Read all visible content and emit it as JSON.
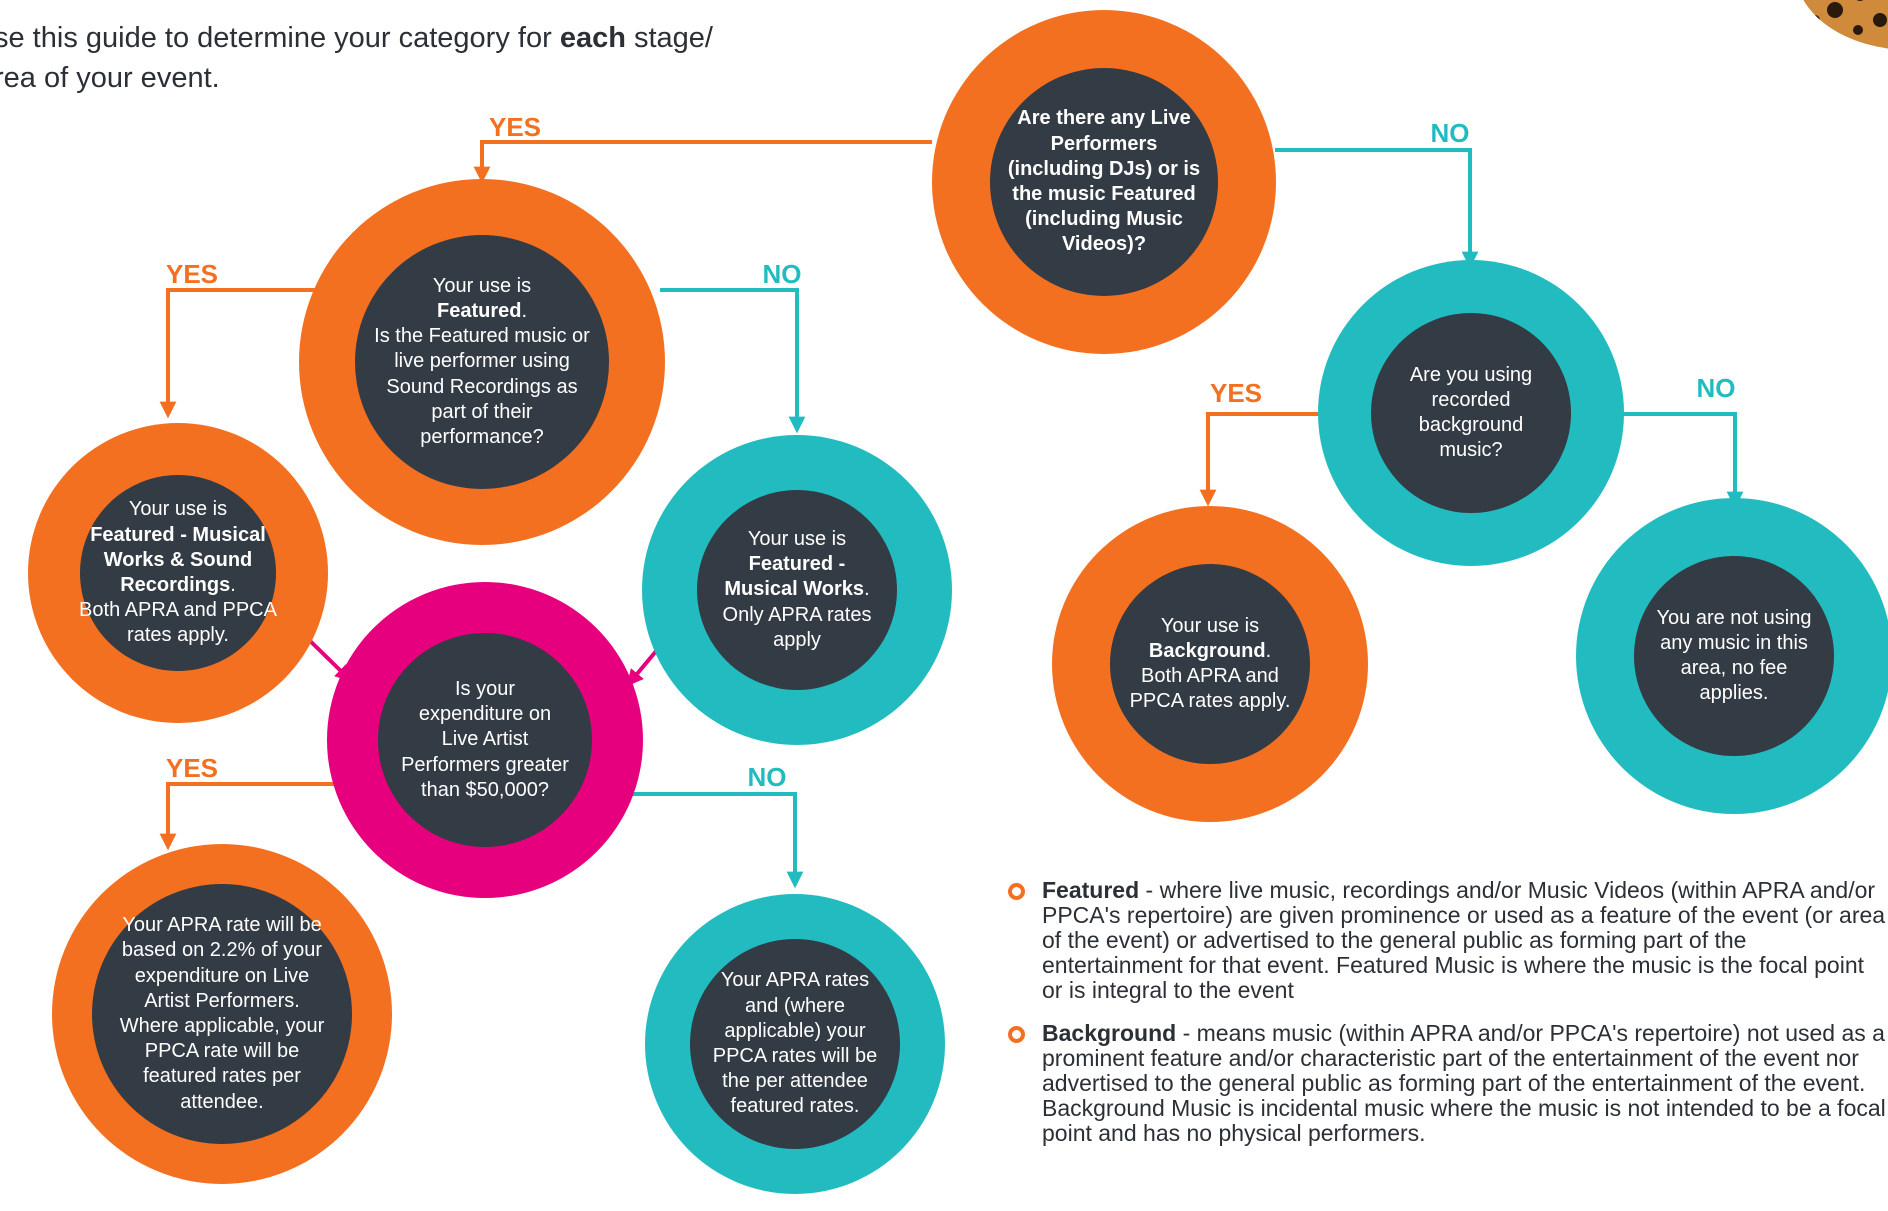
{
  "colors": {
    "orange": "#f37021",
    "teal": "#22bcc0",
    "magenta": "#e6007e",
    "dark": "#333b44",
    "leopard": "#c9782a"
  },
  "intro": {
    "line1_pre": "se this guide to determine your category for ",
    "line1_bold": "each",
    "line1_post": " stage/",
    "line2": "rea of your event."
  },
  "nodes": {
    "live_q": "Are there any Live Performers (including DJs) or is the music Featured (including Music Videos)?",
    "featured_q": {
      "pre": "Your use is",
      "bold": "Featured",
      "post": ".\nIs the Featured music or live performer using Sound Recordings as part of their performance?"
    },
    "musical_sound": {
      "pre": "Your use is",
      "bold": "Featured - Musical Works & Sound Recordings",
      "post": ".\nBoth APRA and PPCA rates apply."
    },
    "musical_only": {
      "pre": "Your use is",
      "bold": "Featured - Musical Works",
      "post": ".\nOnly APRA rates apply"
    },
    "expenditure_q": "Is your expenditure on Live Artist Performers greater than $50,000?",
    "apra_based": "Your APRA rate will be based on 2.2% of your expenditure on Live Artist Performers. Where applicable, your PPCA rate will be featured rates per attendee.",
    "per_attendee": "Your APRA rates and (where applicable) your PPCA rates will be the per attendee featured rates.",
    "background_q": "Are you using recorded background music?",
    "background": {
      "pre": "Your use is",
      "bold": "Background",
      "post": ".\nBoth APRA and PPCA rates apply."
    },
    "no_music": "You are not using any music in this area, no fee applies."
  },
  "labels": {
    "yes": "YES",
    "no": "NO"
  },
  "definitions": [
    {
      "term": "Featured",
      "text": " - where live music, recordings and/or Music Videos (within APRA and/or PPCA's repertoire) are given prominence or used as a feature of the event (or area of the event) or advertised to the general public as forming part of the entertainment for that event. Featured Music is where the music is the focal point or is integral to the event"
    },
    {
      "term": "Background",
      "text": " - means music (within APRA and/or PPCA's repertoire) not used as a prominent feature and/or characteristic part of the entertainment of the event nor advertised to the general public as forming part of the entertainment of the event. Background Music is incidental music where the music is not intended to be a focal point and has no physical performers."
    }
  ]
}
